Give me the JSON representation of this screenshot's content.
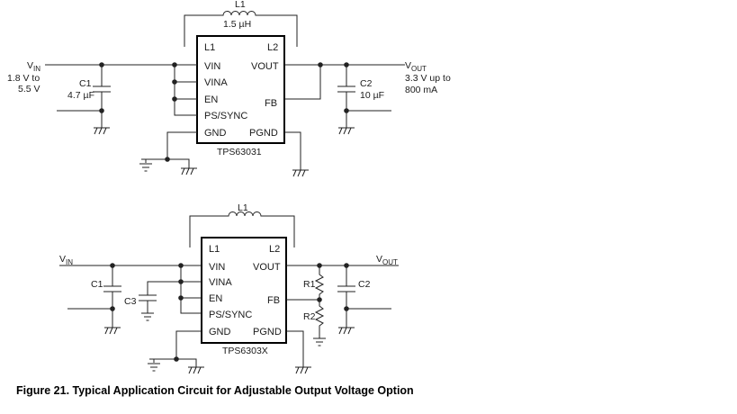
{
  "circuit_fixed": {
    "inductor": {
      "ref": "L1",
      "value": "1.5 µH"
    },
    "ic": {
      "part": "TPS63031",
      "pins": {
        "l1": "L1",
        "l2": "L2",
        "vin": "VIN",
        "vina": "VINA",
        "en": "EN",
        "ps_sync": "PS/SYNC",
        "gnd": "GND",
        "vout": "VOUT",
        "fb": "FB",
        "pgnd": "PGND"
      }
    },
    "input": {
      "label": "V",
      "sub": "IN",
      "range_line1": "1.8 V to",
      "range_line2": "5.5 V"
    },
    "c1": {
      "ref": "C1",
      "value": "4.7 µF"
    },
    "c2": {
      "ref": "C2",
      "value": "10 µF"
    },
    "output": {
      "label": "V",
      "sub": "OUT",
      "line1": "3.3 V up to",
      "line2": "800 mA"
    }
  },
  "circuit_adjustable": {
    "inductor": {
      "ref": "L1"
    },
    "ic": {
      "part": "TPS6303X",
      "pins": {
        "l1": "L1",
        "l2": "L2",
        "vin": "VIN",
        "vina": "VINA",
        "en": "EN",
        "ps_sync": "PS/SYNC",
        "gnd": "GND",
        "vout": "VOUT",
        "fb": "FB",
        "pgnd": "PGND"
      }
    },
    "input": {
      "label": "V",
      "sub": "IN"
    },
    "output": {
      "label": "V",
      "sub": "OUT"
    },
    "c1": {
      "ref": "C1"
    },
    "c2": {
      "ref": "C2"
    },
    "c3": {
      "ref": "C3"
    },
    "r1": {
      "ref": "R1"
    },
    "r2": {
      "ref": "R2"
    }
  },
  "caption": "Figure 21.  Typical Application Circuit for Adjustable Output Voltage Option"
}
